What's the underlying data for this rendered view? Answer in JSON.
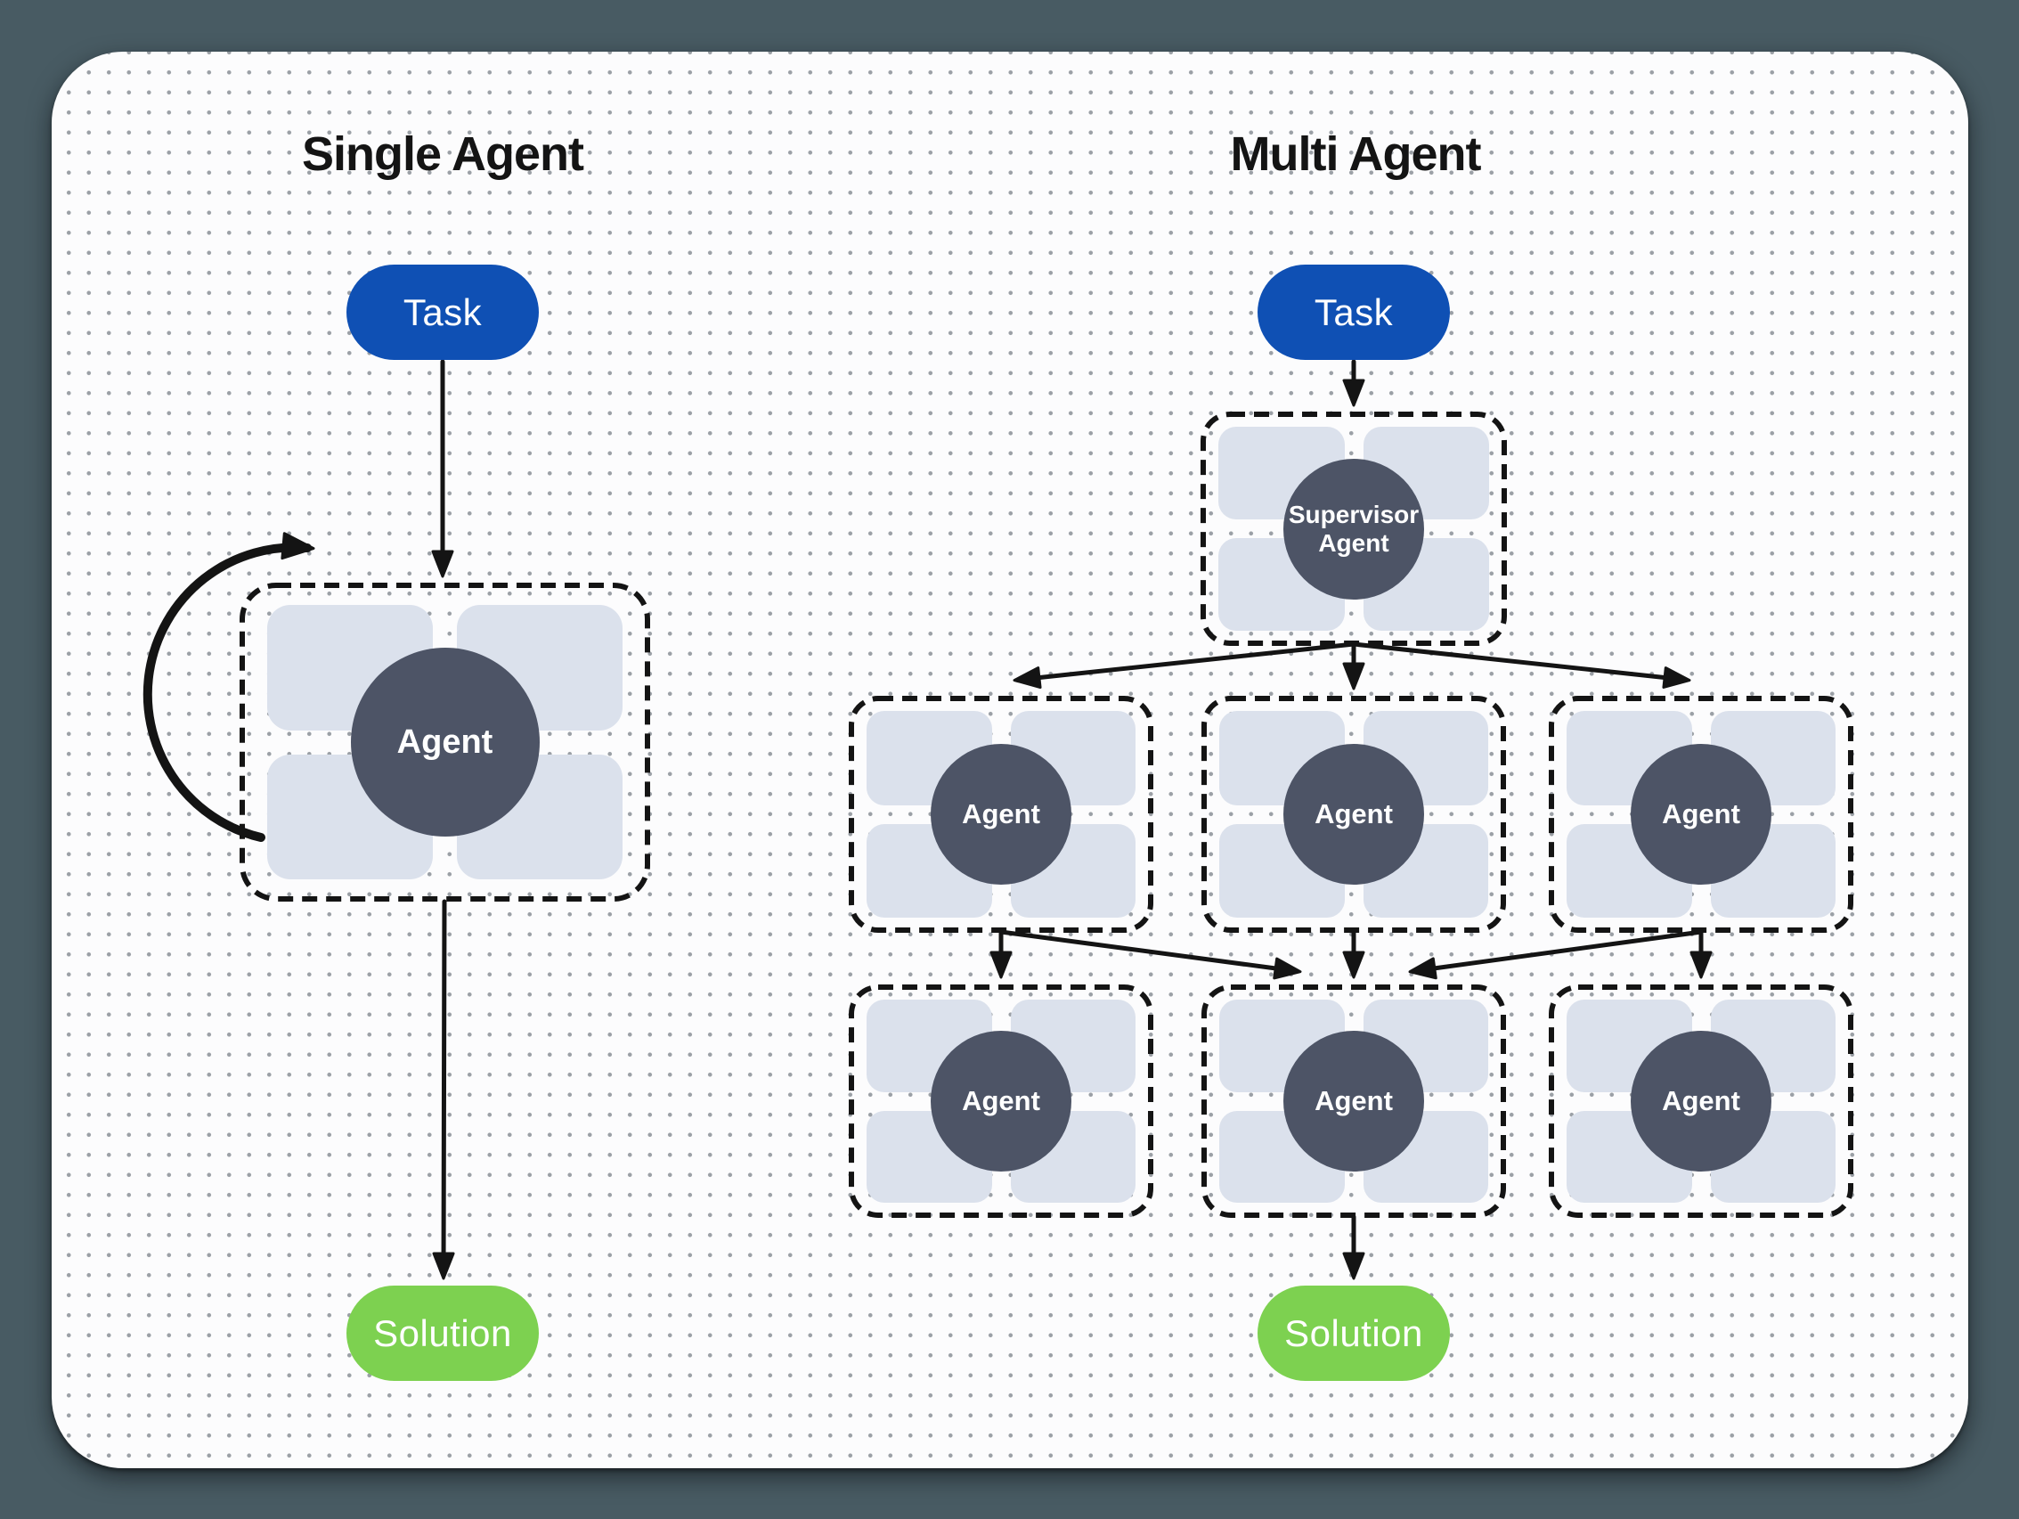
{
  "single": {
    "title": "Single Agent",
    "task": "Task",
    "agent": "Agent",
    "solution": "Solution"
  },
  "multi": {
    "title": "Multi Agent",
    "task": "Task",
    "supervisor": "Supervisor\nAgent",
    "agents": [
      "Agent",
      "Agent",
      "Agent",
      "Agent",
      "Agent",
      "Agent"
    ],
    "solution": "Solution"
  },
  "colors": {
    "page_background": "#485b63",
    "card_background": "#fcfcfd",
    "dot": "#9ba0a6",
    "task_blue": "#0f50b4",
    "solution_green": "#7dd150",
    "agent_slate": "#4d5466",
    "tile_gray": "#dbe1ec",
    "ink": "#141414"
  }
}
